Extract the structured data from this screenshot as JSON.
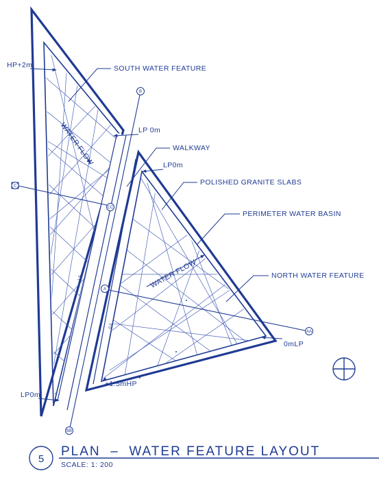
{
  "colors": {
    "ink": "#1f3a93",
    "paper": "#ffffff"
  },
  "labels": {
    "south_water_feature": "SOUTH WATER FEATURE",
    "walkway": "WALKWAY",
    "polished_granite_slabs": "POLISHED GRANITE SLABS",
    "perimeter_water_basin": "PERIMETER WATER BASIN",
    "north_water_feature": "NORTH WATER FEATURE",
    "water_flow_south": "WATER FLOW",
    "water_flow_north": "WATER FLOW"
  },
  "levels": {
    "hp_south": "HP+2m",
    "lp_south_top": "LP 0m",
    "lp_south_bottom": "LP0m",
    "lp_north_top": "LP0m",
    "lp_north_right": "0mLP",
    "hp_north": "+1.5mHP"
  },
  "section_tags": {
    "c_left": "C",
    "cc": "CC",
    "b_top": "B",
    "bb": "BB",
    "a_left": "A",
    "aa": "AA"
  },
  "dimensions": {
    "south_walk_width": "1.5",
    "north_walk_width": "0.6"
  },
  "title_block": {
    "drawing_number": "5",
    "title": "PLAN  –  WATER FEATURE LAYOUT",
    "scale": "SCALE: 1: 200"
  },
  "icons": {
    "north_marker": "crosshair-circle-icon"
  }
}
